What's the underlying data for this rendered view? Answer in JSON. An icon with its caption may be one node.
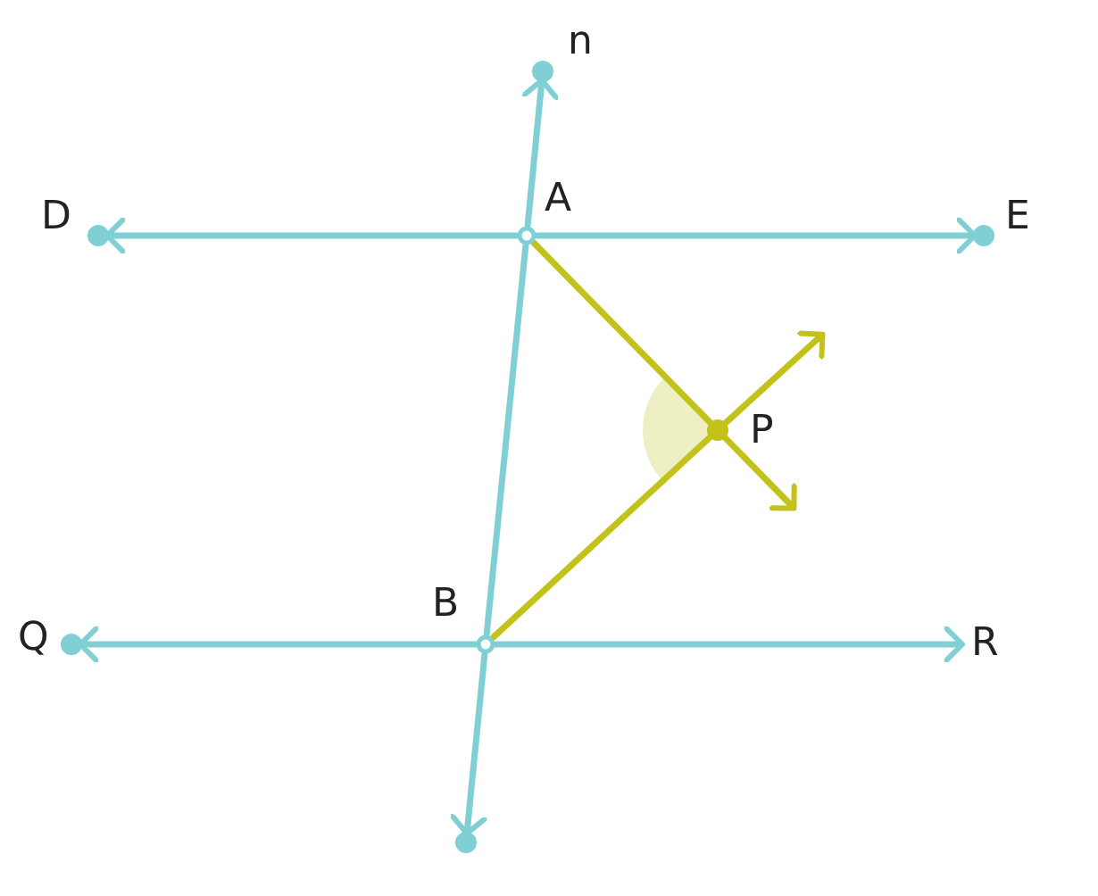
{
  "diagram": {
    "nodes": [
      {
        "text": [
          "n"
        ]
      },
      {
        "text": [
          "D"
        ]
      },
      {
        "text": [
          "A"
        ]
      },
      {
        "text": [
          "E"
        ]
      },
      {
        "text": [
          "P"
        ]
      },
      {
        "text": [
          "Q"
        ]
      },
      {
        "text": [
          "B"
        ]
      },
      {
        "text": [
          "R"
        ]
      },
      {
        "text": [],
        "shape": "circle"
      }
    ],
    "edges": [
      {
        "from": 2,
        "to": 0,
        "arrow": "to"
      },
      {
        "from": 2,
        "to": 1,
        "arrow": "to"
      },
      {
        "from": 2,
        "to": 3,
        "arrow": "to"
      },
      {
        "from": 2,
        "to": 6,
        "arrow": "none"
      },
      {
        "from": 6,
        "to": 8,
        "arrow": "to"
      },
      {
        "from": 6,
        "to": 5,
        "arrow": "to"
      },
      {
        "from": 6,
        "to": 7,
        "arrow": "to"
      },
      {
        "from": 2,
        "to": 4,
        "arrow": "none",
        "color": "#c3c21a"
      },
      {
        "from": 6,
        "to": 4,
        "arrow": "none",
        "color": "#c3c21a"
      },
      {
        "from": 4,
        "to": null,
        "arrow": "to",
        "color": "#c3c21a"
      },
      {
        "from": 4,
        "to": null,
        "arrow": "to",
        "color": "#c3c21a"
      }
    ]
  }
}
